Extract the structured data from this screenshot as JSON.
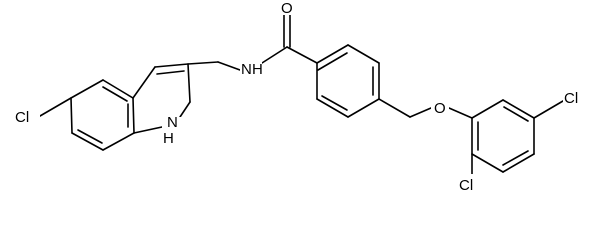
{
  "atoms": {
    "cl_indole": "Cl",
    "nh_indole": "N",
    "h_indole": "H",
    "nh_amide": "N",
    "h_amide": "H",
    "o_carbonyl": "O",
    "o_ether": "O",
    "cl_ring_top": "Cl",
    "cl_ring_bottom": "Cl"
  },
  "colors": {
    "bond": "#000000",
    "background": "#ffffff"
  }
}
